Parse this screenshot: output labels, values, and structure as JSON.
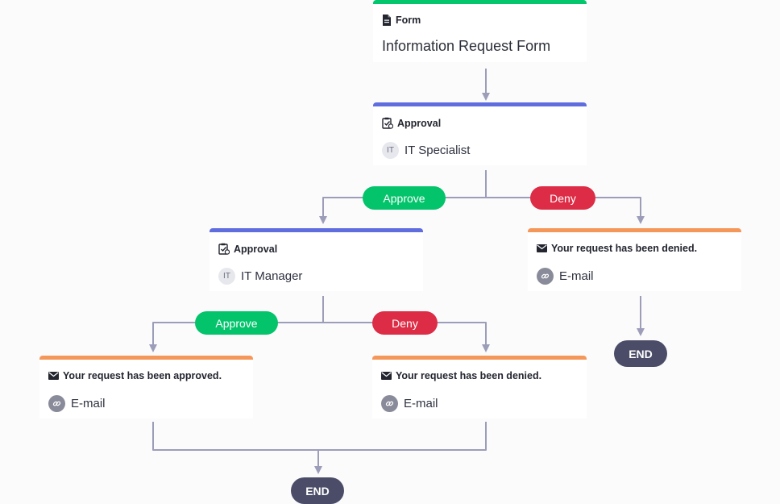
{
  "colors": {
    "form_accent": "#04c66c",
    "approval_accent": "#5f6ddf",
    "email_accent": "#f6975a",
    "approve": "#03c46b",
    "deny": "#dd2c46",
    "end": "#4b4d68",
    "connector": "#9c9db8"
  },
  "icons": {
    "form": "document-icon",
    "approval": "approval-clipboard-icon",
    "email": "envelope-icon",
    "link": "link-icon"
  },
  "nodes": {
    "form": {
      "type": "Form",
      "title": "Information Request Form"
    },
    "approval1": {
      "type": "Approval",
      "avatar": "IT",
      "assignee": "IT Specialist"
    },
    "approval2": {
      "type": "Approval",
      "avatar": "IT",
      "assignee": "IT Manager"
    },
    "email_denied_1": {
      "subject": "Your request has been denied.",
      "channel": "E-mail"
    },
    "email_approved": {
      "subject": "Your request has been approved.",
      "channel": "E-mail"
    },
    "email_denied_2": {
      "subject": "Your request has been denied.",
      "channel": "E-mail"
    },
    "end_1": {
      "label": "END"
    },
    "end_2": {
      "label": "END"
    }
  },
  "branches": {
    "approve_1": "Approve",
    "deny_1": "Deny",
    "approve_2": "Approve",
    "deny_2": "Deny"
  }
}
